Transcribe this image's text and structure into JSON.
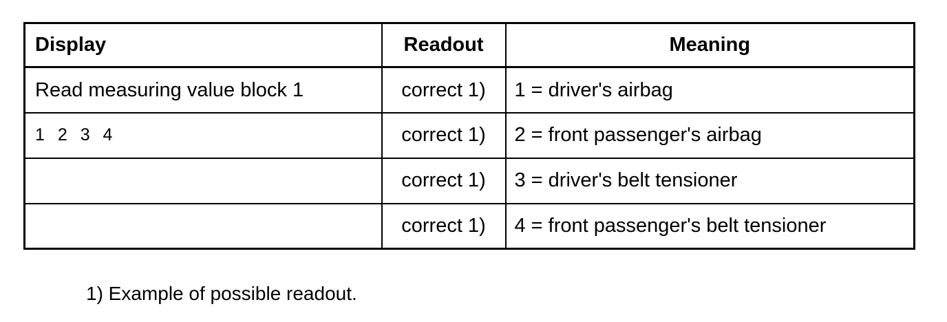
{
  "table": {
    "columns": [
      {
        "key": "display",
        "label": "Display",
        "align": "left"
      },
      {
        "key": "readout",
        "label": "Readout",
        "align": "center"
      },
      {
        "key": "meaning",
        "label": "Meaning",
        "align": "center"
      }
    ],
    "rows": [
      {
        "display": "Read measuring value block 1",
        "readout": "correct 1)",
        "meaning": "1 = driver's airbag"
      },
      {
        "display": "1 2 3 4",
        "readout": "correct 1)",
        "meaning": "2 = front passenger's airbag"
      },
      {
        "display": "",
        "readout": "correct 1)",
        "meaning": "3 = driver's belt tensioner"
      },
      {
        "display": "",
        "readout": "correct 1)",
        "meaning": "4 = front passenger's belt tensioner"
      }
    ]
  },
  "footnote": {
    "text": "1) Example of possible readout."
  },
  "colors": {
    "border": "#000000",
    "text": "#000000",
    "background": "#ffffff"
  }
}
